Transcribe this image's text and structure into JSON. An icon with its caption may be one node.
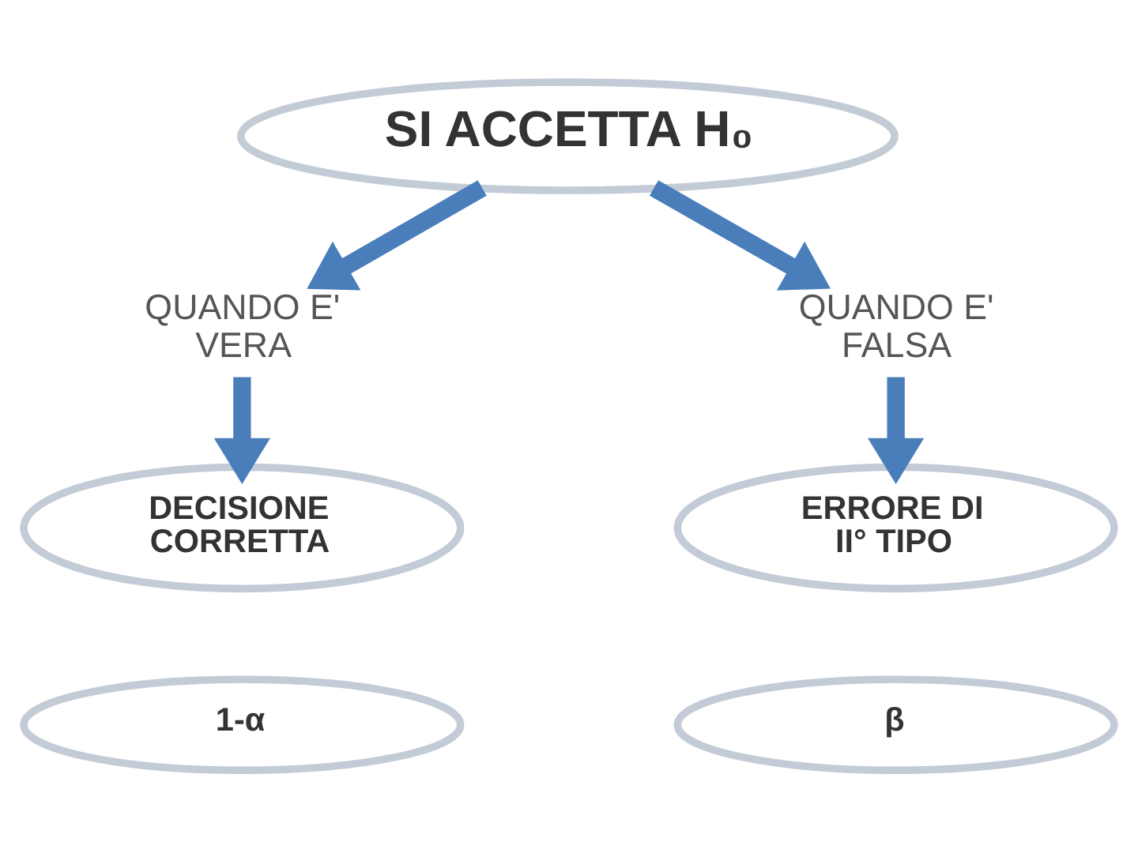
{
  "diagram": {
    "nodes": [
      {
        "text": [
          "SI ACCETTA H₀"
        ]
      },
      {
        "text": [
          "QUANDO E' VERA"
        ]
      },
      {
        "text": [
          "QUANDO E' FALSA"
        ]
      },
      {
        "text": [
          "DECISIONE CORRETTA"
        ]
      },
      {
        "text": [
          "ERRORE DI II° TIPO"
        ]
      },
      {
        "text": [
          "1-α"
        ]
      },
      {
        "text": [
          "β"
        ]
      }
    ],
    "edges": [
      {
        "from": 0,
        "to": 1,
        "arrow": "to"
      },
      {
        "from": 0,
        "to": 2,
        "arrow": "to"
      },
      {
        "from": 1,
        "to": 3,
        "arrow": "to"
      },
      {
        "from": 2,
        "to": 4,
        "arrow": "to"
      }
    ]
  }
}
